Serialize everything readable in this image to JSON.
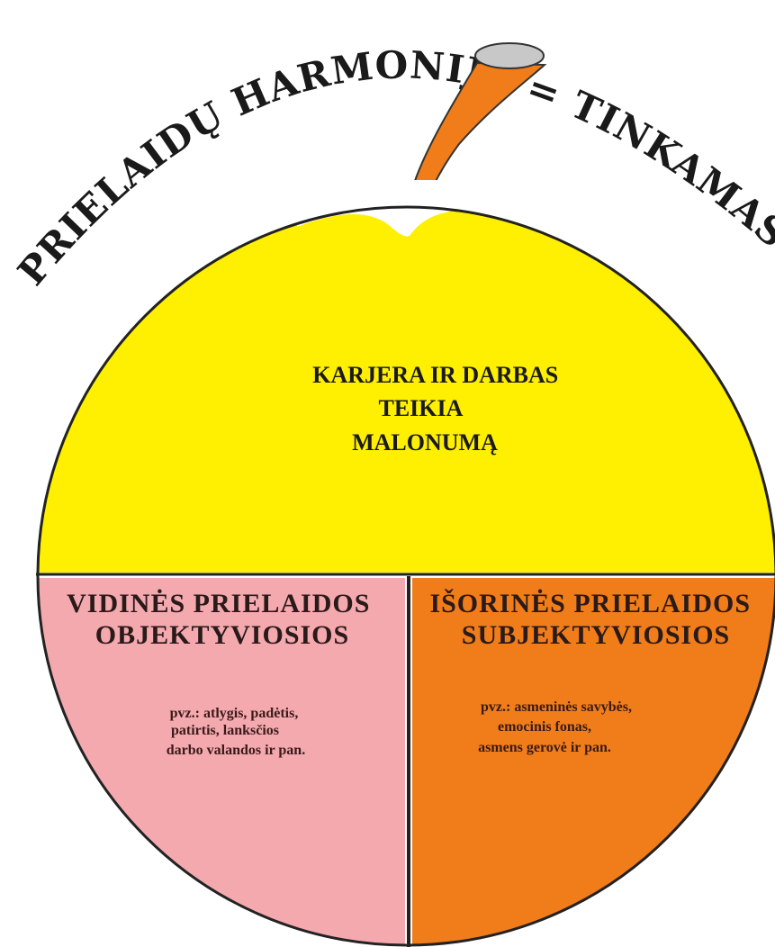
{
  "title": "PRIELAIDŲ HARMONIJA = TINKAMAS DARBAS",
  "center": {
    "lines": [
      "KARJERA IR DARBAS",
      "TEIKIA",
      "MALONUMĄ"
    ]
  },
  "left": {
    "title_lines": [
      "VIDINĖS PRIELAIDOS",
      "OBJEKTYVIOSIOS"
    ],
    "body_lines": [
      "pvz.: atlygis, padėtis,",
      "patirtis, lanksčios",
      "darbo valandos ir pan."
    ]
  },
  "right": {
    "title_lines": [
      "IŠORINĖS PRIELAIDOS",
      "SUBJEKTYVIOSIOS"
    ],
    "body_lines": [
      "pvz.: asmeninės savybės,",
      "emocinis fonas,",
      "asmens gerovė ir pan."
    ]
  },
  "colors": {
    "apple": "#ffef00",
    "stem": "#f07d1a",
    "left": "#f4a9ae",
    "right": "#f07d1a",
    "stem_top": "#c8c8c8"
  }
}
